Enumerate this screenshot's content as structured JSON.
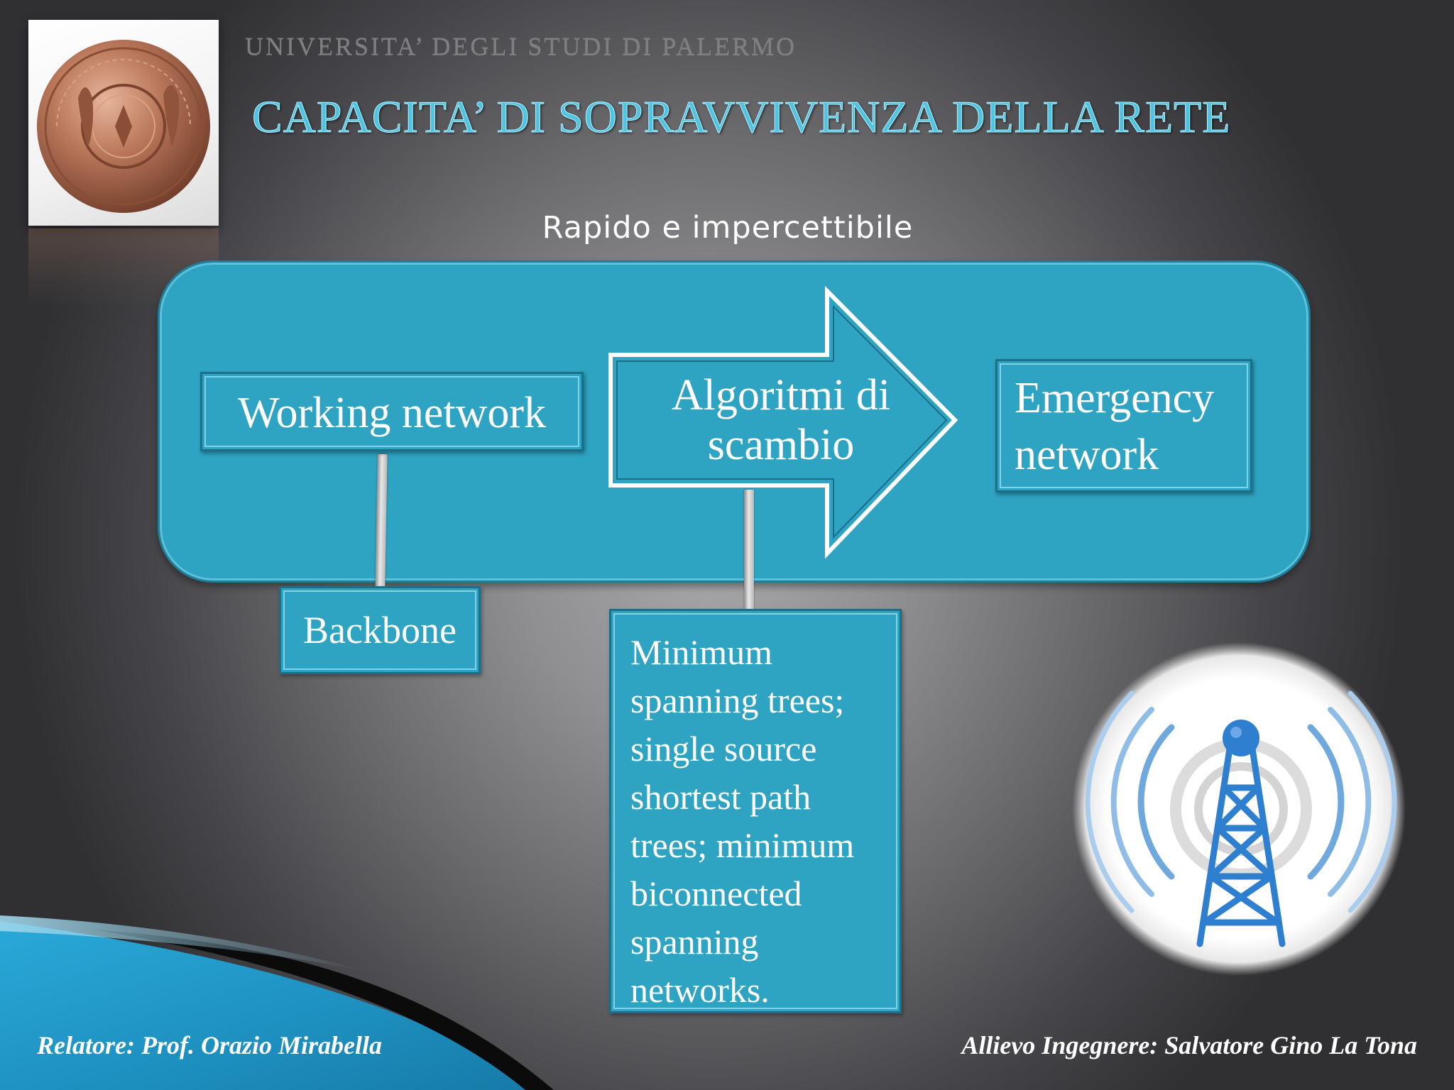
{
  "header": {
    "university": "UNIVERSITA’ DEGLI STUDI DI PALERMO",
    "title": "CAPACITA’ DI SOPRAVVIVENZA DELLA RETE"
  },
  "diagram": {
    "caption": "Rapido e impercettibile",
    "working_network": "Working network",
    "algorithm_line1": "Algoritmi di",
    "algorithm_line2": "scambio",
    "emergency_line1": "Emergency",
    "emergency_line2": "network",
    "backbone": "Backbone",
    "algorithms_list": [
      "Minimum",
      "spanning trees;",
      "single source",
      "shortest path",
      "trees; minimum",
      "biconnected",
      "spanning",
      "networks."
    ]
  },
  "footer": {
    "relatore": "Relatore: Prof. Orazio Mirabella",
    "allievo": "Allievo Ingegnere: Salvatore Gino La Tona"
  },
  "icons": [
    "university-seal-icon",
    "radio-tower-icon"
  ],
  "colors": {
    "box_fill": "#2ea3c2",
    "box_border": "#1f7f9b",
    "title": "#4fc3e2",
    "tower_blue": "#2f7fd0"
  }
}
